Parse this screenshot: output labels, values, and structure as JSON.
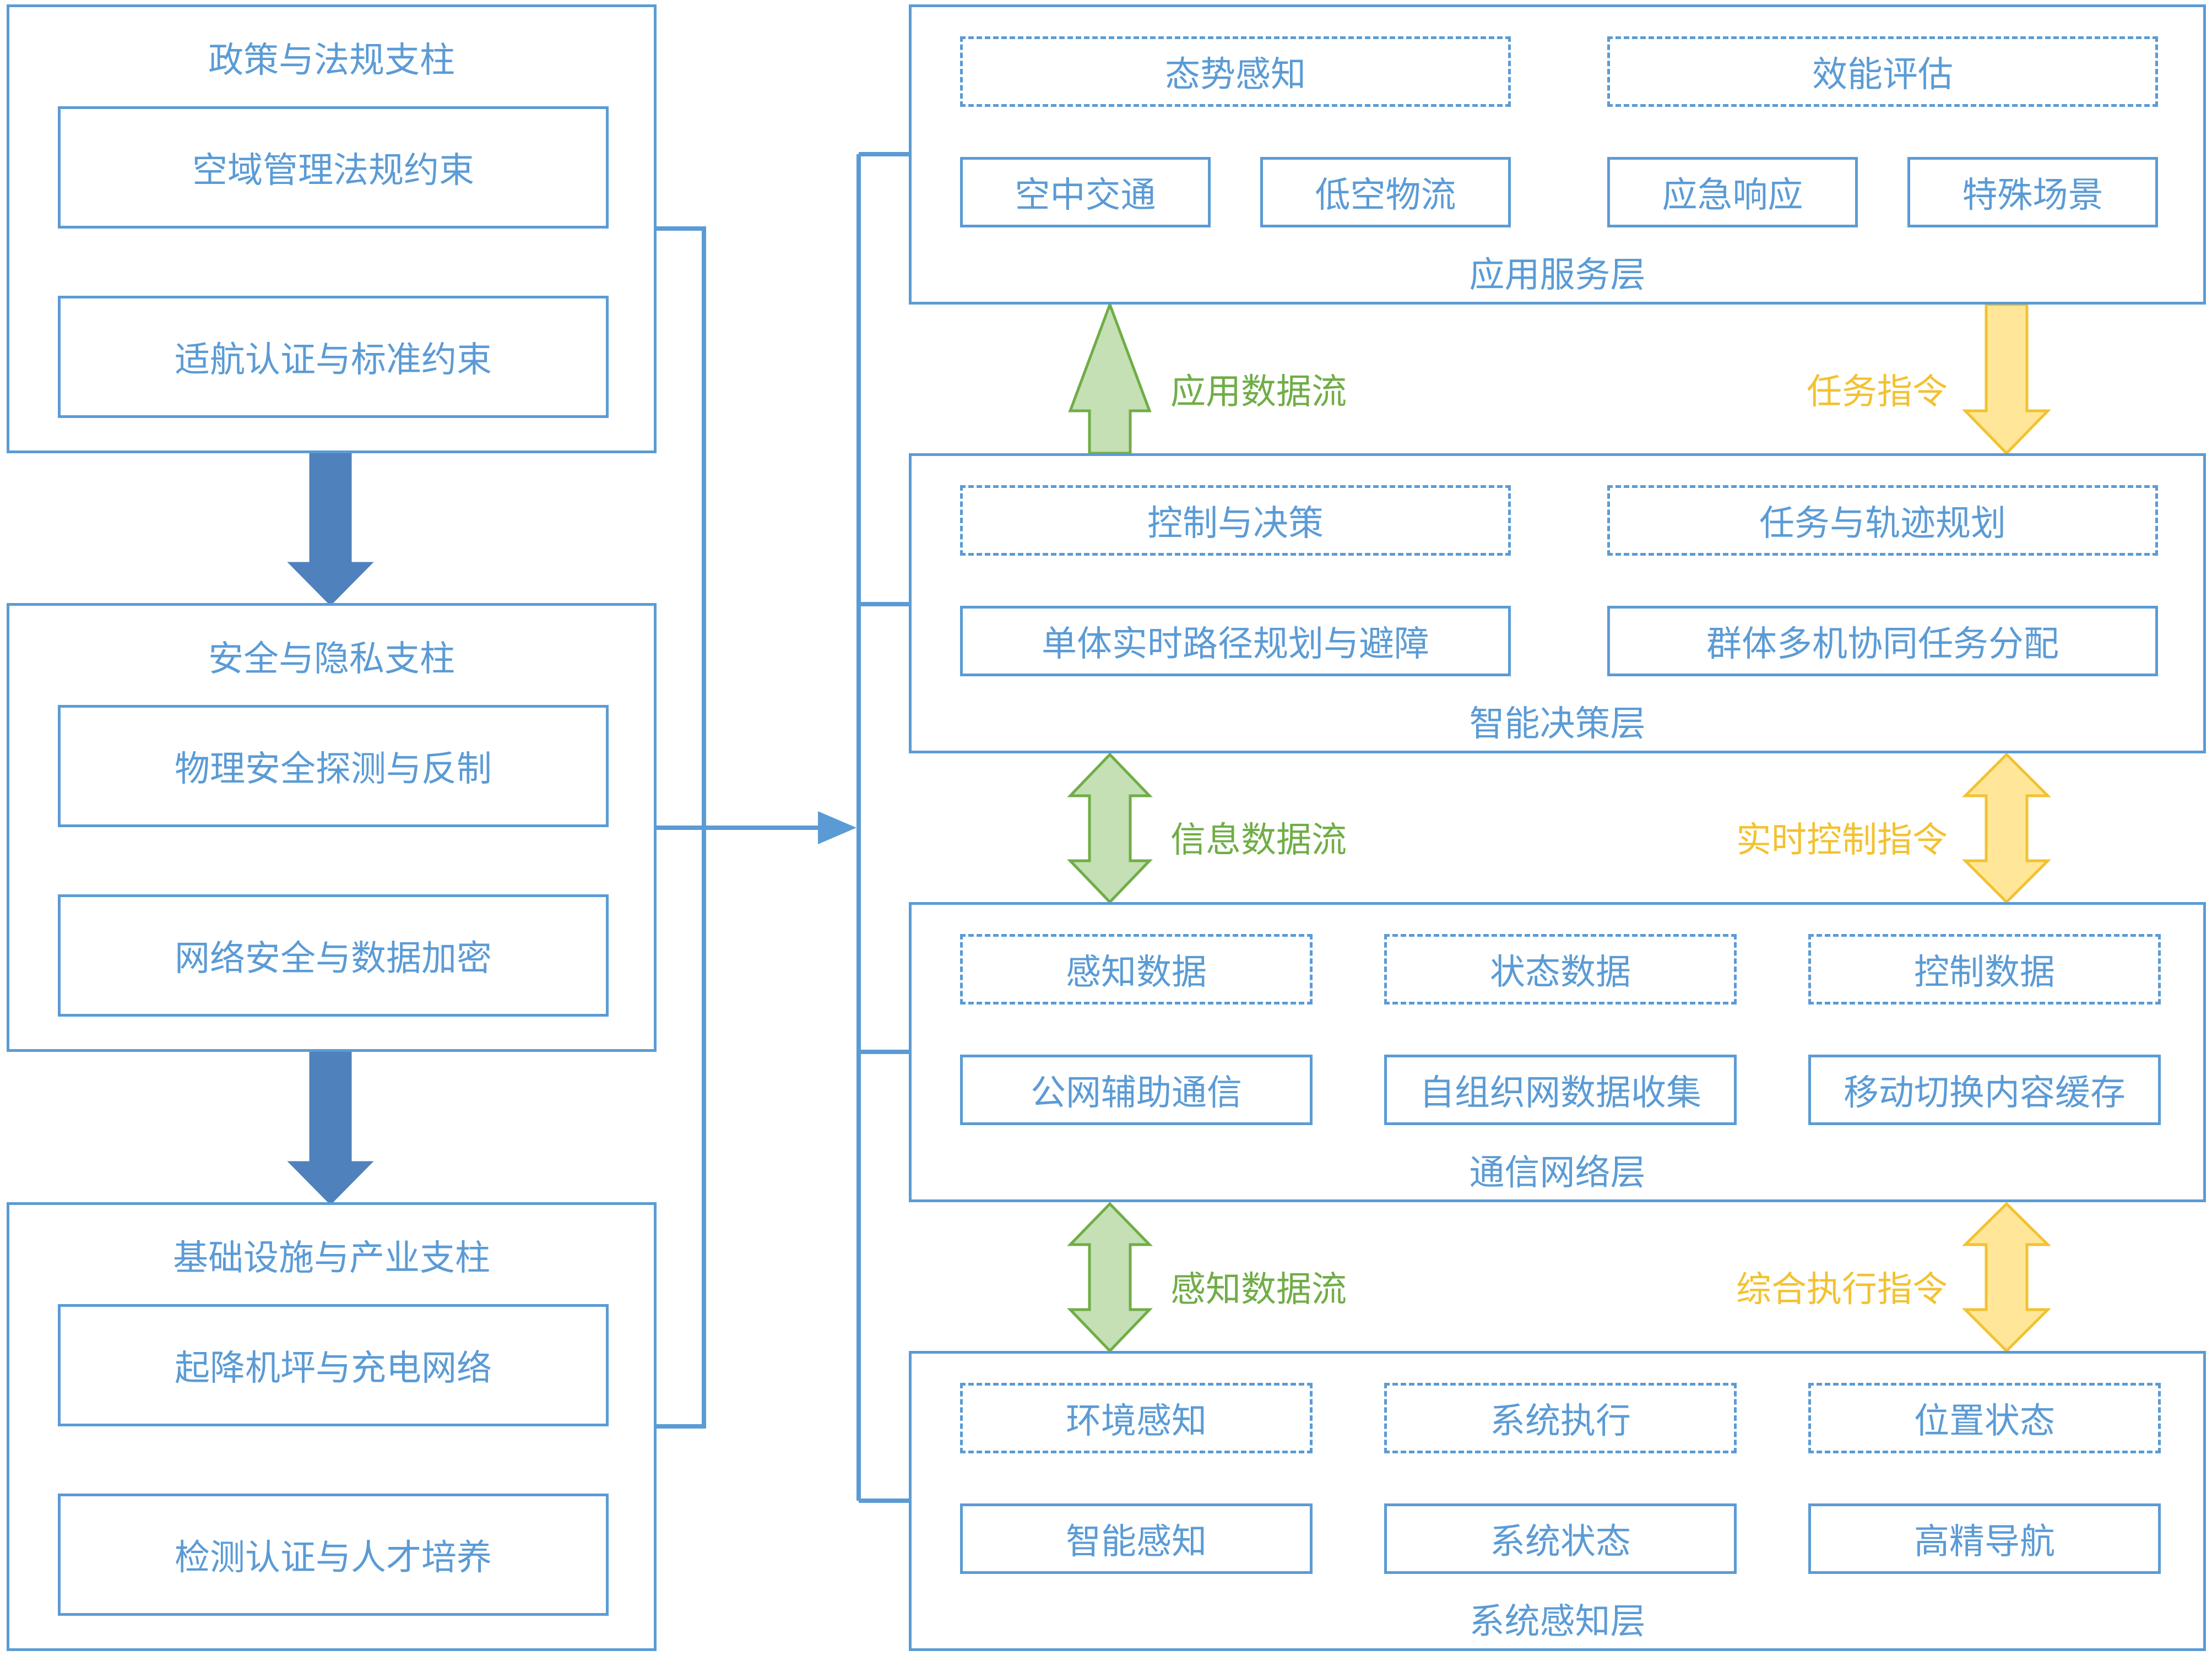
{
  "colors": {
    "line": "#5B9BD5",
    "pillar_arrow": "#4F81BD",
    "green_fill": "#C5E0B4",
    "green_stroke": "#70AD47",
    "yellow_fill": "#FFE699",
    "yellow_stroke": "#F2C230"
  },
  "pillars": [
    {
      "title": "政策与法规支柱",
      "items": [
        "空域管理法规约束",
        "适航认证与标准约束"
      ]
    },
    {
      "title": "安全与隐私支柱",
      "items": [
        "物理安全探测与反制",
        "网络安全与数据加密"
      ]
    },
    {
      "title": "基础设施与产业支柱",
      "items": [
        "起降机坪与充电网络",
        "检测认证与人才培养"
      ]
    }
  ],
  "layers": {
    "application": {
      "title": "应用服务层",
      "dashed": [
        "态势感知",
        "效能评估"
      ],
      "solid": [
        "空中交通",
        "低空物流",
        "应急响应",
        "特殊场景"
      ]
    },
    "decision": {
      "title": "智能决策层",
      "dashed": [
        "控制与决策",
        "任务与轨迹规划"
      ],
      "solid": [
        "单体实时路径规划与避障",
        "群体多机协同任务分配"
      ]
    },
    "network": {
      "title": "通信网络层",
      "dashed": [
        "感知数据",
        "状态数据",
        "控制数据"
      ],
      "solid": [
        "公网辅助通信",
        "自组织网数据收集",
        "移动切换内容缓存"
      ]
    },
    "sensing": {
      "title": "系统感知层",
      "dashed": [
        "环境感知",
        "系统执行",
        "位置状态"
      ],
      "solid": [
        "智能感知",
        "系统状态",
        "高精导航"
      ]
    }
  },
  "flows": {
    "app_data": "应用数据流",
    "task_cmd": "任务指令",
    "info_data": "信息数据流",
    "realtime_cmd": "实时控制指令",
    "sense_data": "感知数据流",
    "exec_cmd": "综合执行指令"
  }
}
